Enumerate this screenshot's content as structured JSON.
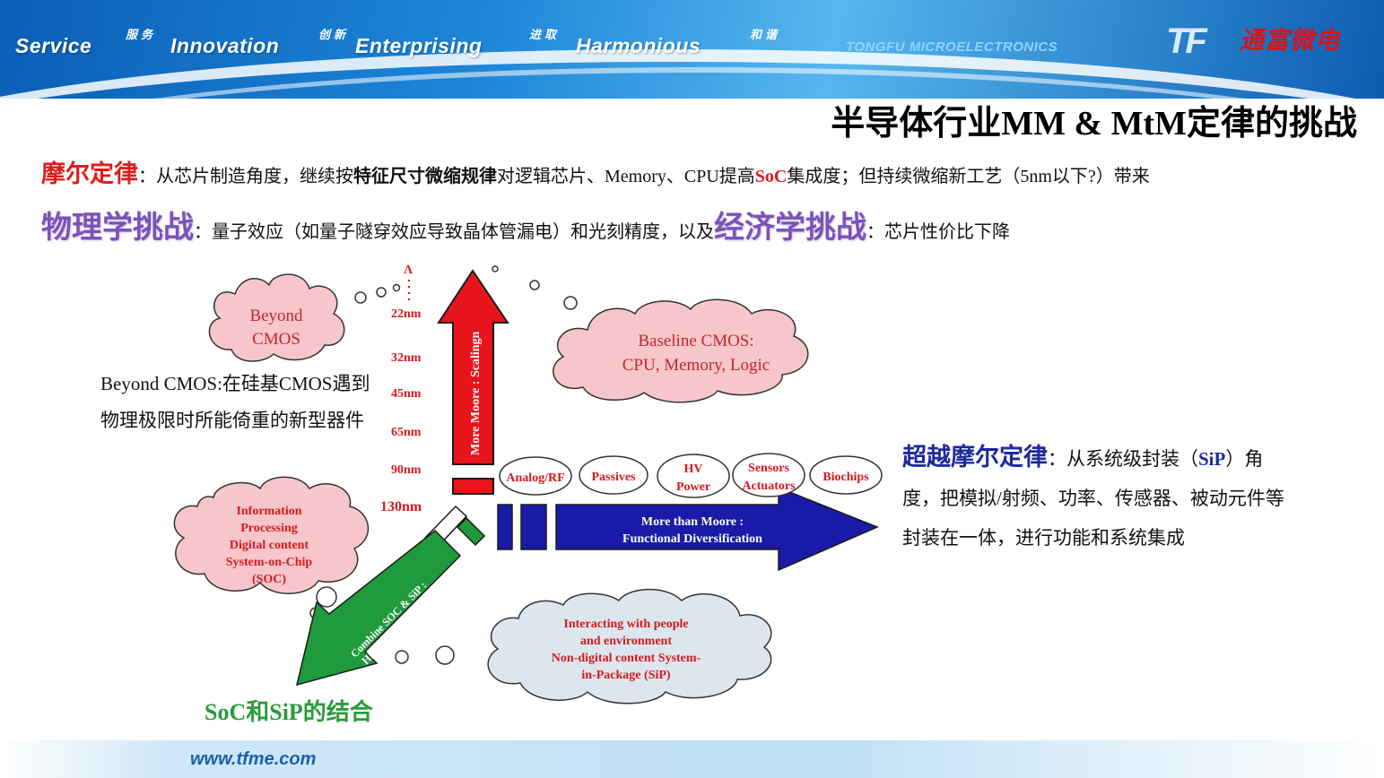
{
  "header": {
    "mottos": [
      {
        "en": "Service",
        "cn": "服务"
      },
      {
        "en": "Innovation",
        "cn": "创新"
      },
      {
        "en": "Enterprising",
        "cn": "进取"
      },
      {
        "en": "Harmonious",
        "cn": "和谐"
      }
    ],
    "brand_en": "TONGFU MICROELECTRONICS",
    "logo_mark": "TF",
    "logo_cn": "通富微电"
  },
  "title": "半导体行业MM & MtM定律的挑战",
  "moore": {
    "head": "摩尔定律",
    "colon": "：",
    "part1": "从芯片制造角度，继续按",
    "bold": "特征尺寸微缩规律",
    "part2": "对逻辑芯片、Memory、CPU提高",
    "soc": "SoC",
    "part3": "集成度；但持续微缩新工艺（5nm以下?）带来",
    "phys_head": "物理学挑战",
    "phys_text": "：量子效应（如量子隧穿效应导致晶体管漏电）和光刻精度，以及",
    "econ_head": "经济学挑战",
    "econ_text": "：芯片性价比下降"
  },
  "diagram": {
    "clouds": {
      "beyond": [
        "Beyond",
        "CMOS"
      ],
      "baseline": [
        "Baseline CMOS:",
        "CPU, Memory, Logic"
      ],
      "info": [
        "Information",
        "Processing",
        "Digital content",
        "System-on-Chip",
        "(SOC)"
      ],
      "interact": [
        "Interacting with people",
        "and environment",
        "Non-digital content  System-",
        "in-Package (SiP)"
      ]
    },
    "nodes": [
      "130nm",
      "90nm",
      "65nm",
      "45nm",
      "32nm",
      "22nm"
    ],
    "node_top": "Λ",
    "up_label": "More Moore : Scalingn",
    "right_label": [
      "More than Moore :",
      "Functional Diversification"
    ],
    "diag_label": [
      "Combine SOC & SiP :",
      "Higher Value System"
    ],
    "ovals": [
      [
        "Analog/RF"
      ],
      [
        "Passives"
      ],
      [
        "HV",
        "Power"
      ],
      [
        "Sensors",
        "Actuators"
      ],
      [
        "Biochips"
      ]
    ]
  },
  "beyond_text": "Beyond CMOS:在硅基CMOS遇到物理极限时所能倚重的新型器件",
  "mtm": {
    "head": "超越摩尔定律",
    "text1": "：从系统级封装（",
    "sip": "SiP",
    "text2": "）角度，把模拟/射频、功率、传感器、被动元件等封装在一体，进行功能和系统集成"
  },
  "soc_sip": "SoC和SiP的结合",
  "footer_url": "www.tfme.com",
  "colors": {
    "red_arrow": "#e8141b",
    "blue_arrow": "#1a1aa8",
    "green_arrow": "#1f9a3c",
    "cloud_fill": "#f7c6cb",
    "cloud_fill_light": "#dde6ee"
  }
}
